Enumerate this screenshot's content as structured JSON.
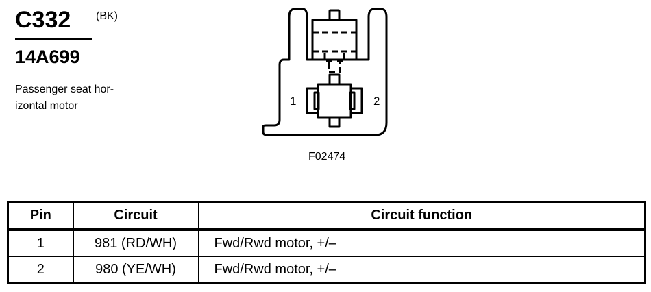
{
  "connector": {
    "id": "C332",
    "color_code": "(BK)",
    "part_number": "14A699",
    "description_line1": "Passenger seat hor-",
    "description_line2": "izontal motor"
  },
  "diagram": {
    "figure_code": "F02474",
    "pin_labels": [
      "1",
      "2"
    ]
  },
  "table": {
    "headers": {
      "pin": "Pin",
      "circuit": "Circuit",
      "function": "Circuit function"
    },
    "rows": [
      {
        "pin": "1",
        "circuit": "981 (RD/WH)",
        "function": "Fwd/Rwd motor, +/–"
      },
      {
        "pin": "2",
        "circuit": "980 (YE/WH)",
        "function": "Fwd/Rwd motor, +/–"
      }
    ]
  }
}
